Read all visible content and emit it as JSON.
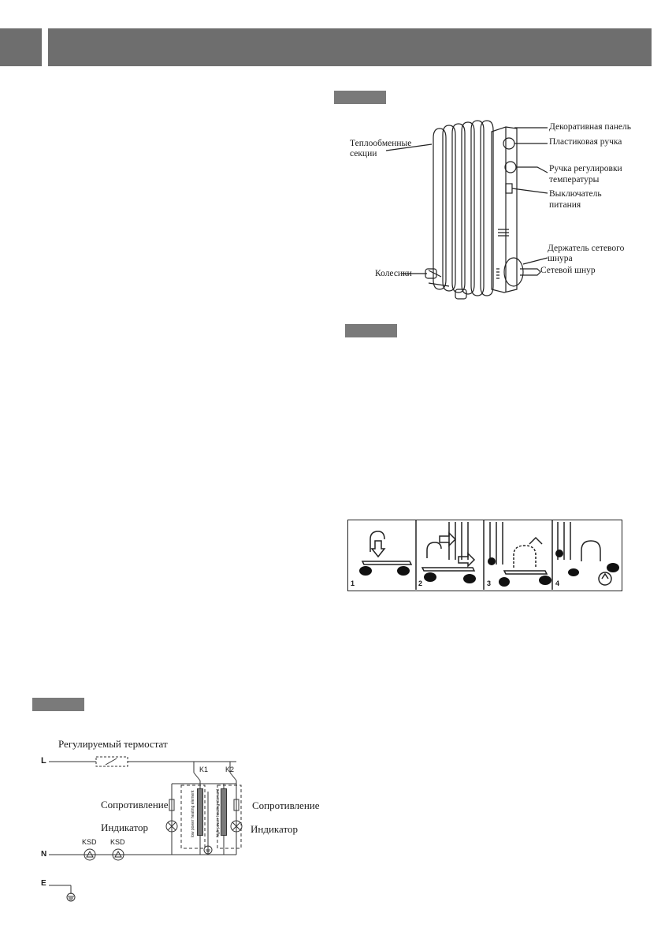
{
  "parts_figure": {
    "labels": {
      "decorative_panel": "Декоративная панель",
      "plastic_handle": "Пластиковая ручка",
      "thermostat_knob_l1": "Ручка регулировки",
      "thermostat_knob_l2": "температуры",
      "power_switch_l1": "Выключатель",
      "power_switch_l2": "питания",
      "heat_sections_l1": "Теплообменные",
      "heat_sections_l2": "секции",
      "cord_holder_l1": "Держатель сетевого",
      "cord_holder_l2": "шнура",
      "power_cord": "Сетевой шнур",
      "wheels": "Колесики"
    }
  },
  "assembly_steps": [
    "1",
    "2",
    "3",
    "4"
  ],
  "circuit": {
    "thermostat": "Регулируемый термостат",
    "line": "L",
    "neutral": "N",
    "earth": "E",
    "k1": "K1",
    "k2": "K2",
    "resistor_left": "Сопротивление",
    "resistor_right": "Сопротивление",
    "indicator_left": "Индикатор",
    "indicator_right": "Индикатор",
    "ksd1": "KSD",
    "ksd2": "KSD",
    "low_element": "low power heating element",
    "high_element": "high power heating element"
  },
  "colors": {
    "header": "#6e6e6e",
    "tag": "#7a7a7a",
    "ink": "#1a1a1a"
  }
}
